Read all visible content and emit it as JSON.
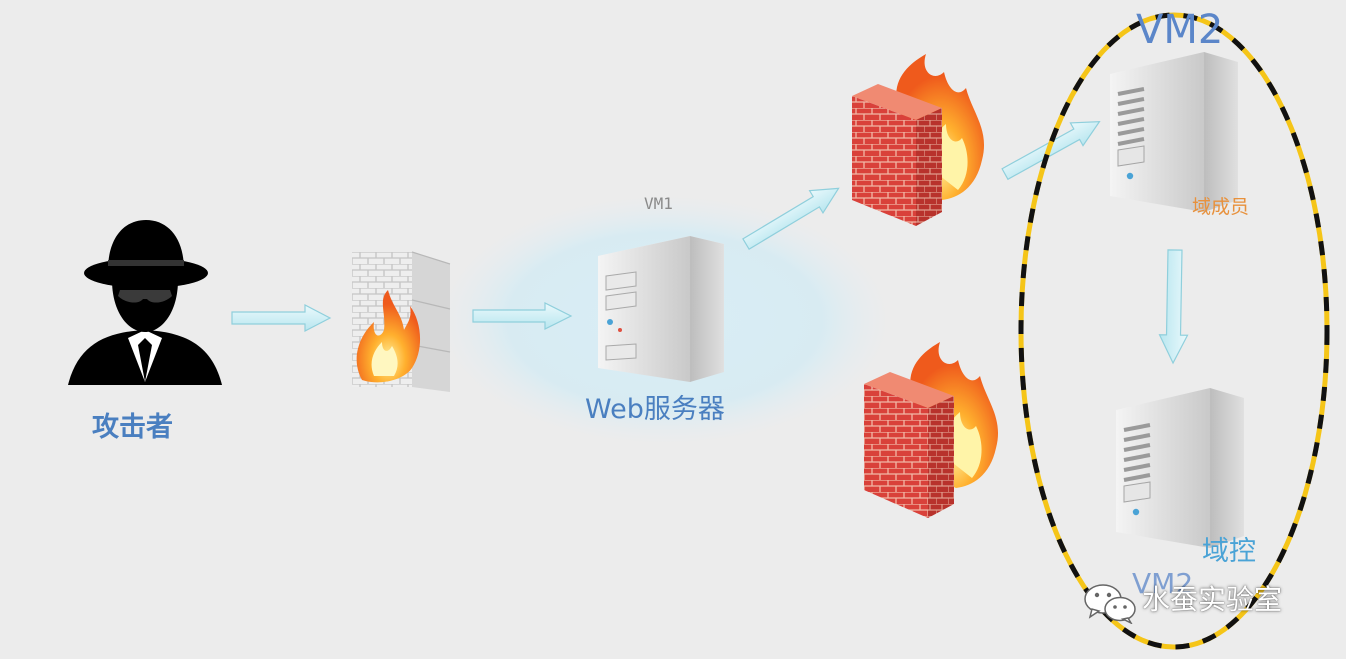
{
  "labels": {
    "attacker": "攻击者",
    "vm1": "VM1",
    "web_server": "Web服务器",
    "vm2": "VM2",
    "domain_member": "域成员",
    "domain_controller": "域控",
    "vm2_bottom": "VM2"
  },
  "watermark": {
    "text": "水蚕实验室",
    "icon": "wechat-icon"
  },
  "icons": {
    "attacker": "spy-icon",
    "firewall": "firewall-icon",
    "server": "server-tower-icon",
    "arrow": "arrow-icon"
  },
  "colors": {
    "label_blue": "#4a7fc0",
    "member_orange": "#e8913c",
    "dc_blue": "#4aa3d6",
    "ellipse_yellow": "#f5c518",
    "ellipse_black": "#111111",
    "brick_red": "#d9413a",
    "background": "#ececec"
  }
}
